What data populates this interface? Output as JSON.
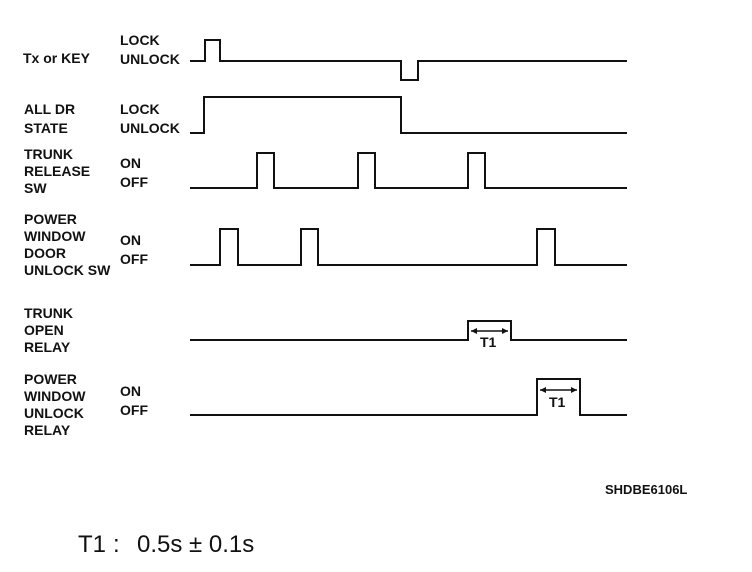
{
  "signals": [
    {
      "label_lines": [
        "Tx or KEY"
      ],
      "states": [
        "LOCK",
        "UNLOCK"
      ]
    },
    {
      "label_lines": [
        "ALL DR",
        "STATE"
      ],
      "states": [
        "LOCK",
        "UNLOCK"
      ]
    },
    {
      "label_lines": [
        "TRUNK",
        "RELEASE",
        "SW"
      ],
      "states": [
        "ON",
        "OFF"
      ]
    },
    {
      "label_lines": [
        "POWER",
        "WINDOW",
        "DOOR",
        "UNLOCK SW"
      ],
      "states": [
        "ON",
        "OFF"
      ]
    },
    {
      "label_lines": [
        "TRUNK",
        "OPEN",
        "RELAY"
      ],
      "states": []
    },
    {
      "label_lines": [
        "POWER",
        "WINDOW",
        "UNLOCK",
        "RELAY"
      ],
      "states": [
        "ON",
        "OFF"
      ]
    }
  ],
  "timing": {
    "t1_label": "T1"
  },
  "figure_code": "SHDBE6106L",
  "footnote": {
    "symbol": "T1",
    "separator": ":",
    "value": "0.5s ± 0.1s"
  }
}
